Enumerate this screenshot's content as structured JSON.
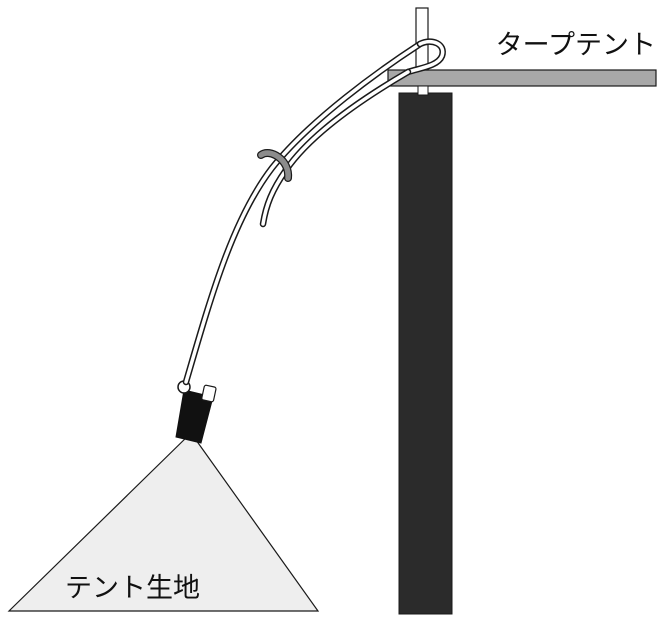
{
  "labels": {
    "tarp_tent": "タープテント",
    "tent_fabric": "テント生地"
  },
  "colors": {
    "pole": "#2b2b2b",
    "tarp_panel": "#a8a8a8",
    "fabric": "#eeeeee",
    "strap": "#111111",
    "outline": "#1a1a1a",
    "rope_fill": "#ffffff",
    "band": "#8c8c8c"
  },
  "icons": {
    "pole": "vertical-pole-rectangle",
    "tarp": "horizontal-tarp-plate",
    "rope": "double-line-rope",
    "fabric": "triangle-fabric",
    "strap": "webbing-strap",
    "band": "rope-band",
    "ring": "small-ring"
  }
}
